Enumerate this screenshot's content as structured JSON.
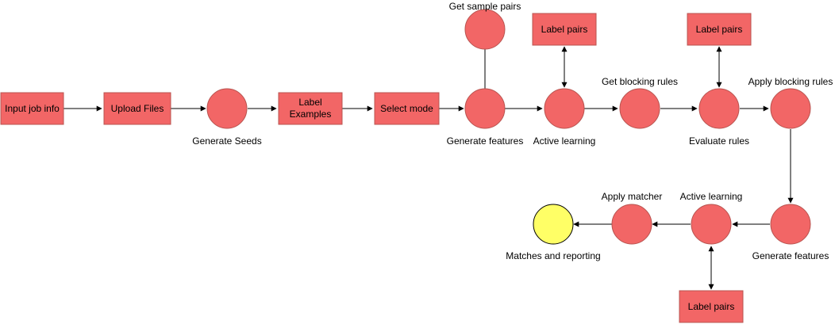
{
  "colors": {
    "node_fill": "#f26666",
    "node_stroke": "#b85450",
    "end_fill": "#ffff66",
    "end_stroke": "#000000",
    "edge": "#000000"
  },
  "nodes": {
    "input_job_info": {
      "label": "Input job info"
    },
    "upload_files": {
      "label": "Upload Files"
    },
    "generate_seeds": {
      "label": "Generate Seeds"
    },
    "label_examples": {
      "label_line1": "Label",
      "label_line2": "Examples"
    },
    "select_mode": {
      "label": "Select mode"
    },
    "get_sample_pairs": {
      "label": "Get sample pairs"
    },
    "generate_features_1": {
      "label": "Generate features"
    },
    "label_pairs_1": {
      "label": "Label pairs"
    },
    "active_learning_1": {
      "label": "Active learning"
    },
    "get_blocking_rules": {
      "label": "Get blocking rules"
    },
    "label_pairs_2": {
      "label": "Label pairs"
    },
    "evaluate_rules": {
      "label": "Evaluate rules"
    },
    "apply_blocking_rules": {
      "label": "Apply blocking rules"
    },
    "generate_features_2": {
      "label": "Generate features"
    },
    "active_learning_2": {
      "label": "Active learning"
    },
    "label_pairs_3": {
      "label": "Label pairs"
    },
    "apply_matcher": {
      "label": "Apply matcher"
    },
    "matches_and_reporting": {
      "label": "Matches and reporting"
    }
  }
}
